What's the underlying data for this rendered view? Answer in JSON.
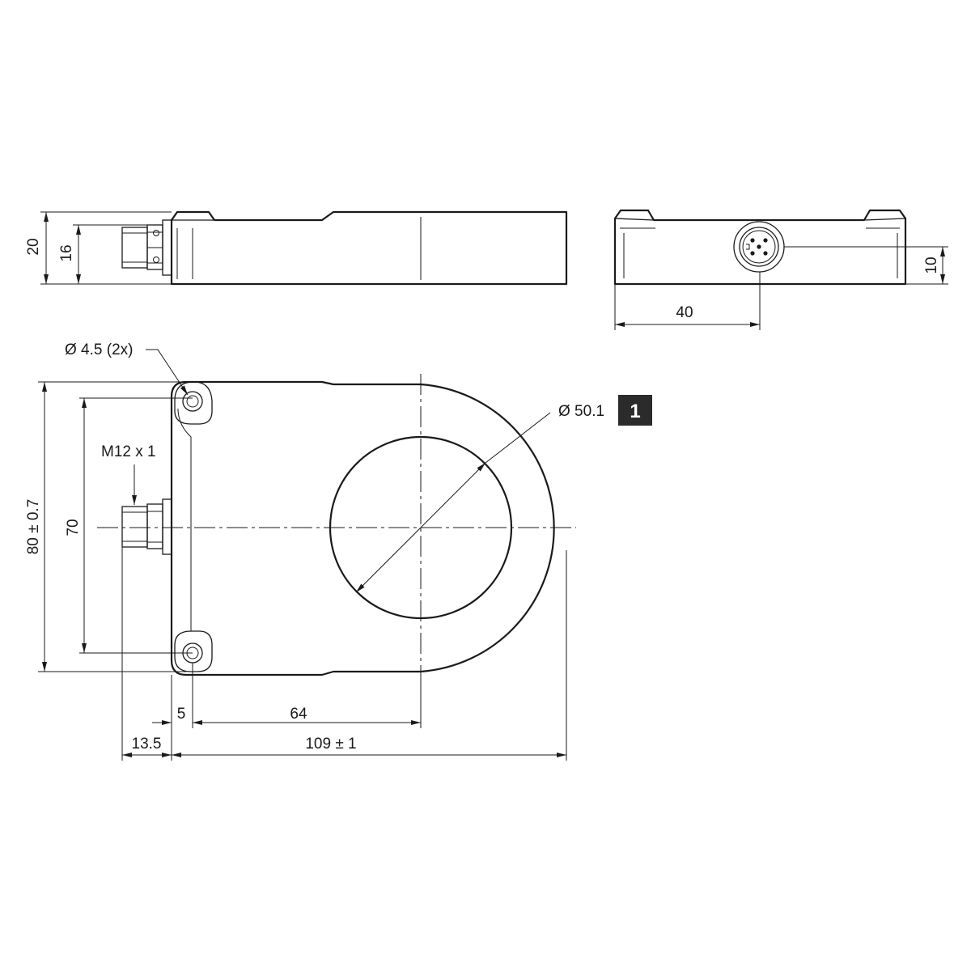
{
  "dimensions": {
    "height_total": "20",
    "height_connector": "16",
    "connector_axis_height": "10",
    "width_end": "40",
    "hole_dia": "Ø 4.5 (2x)",
    "thread": "M12 x 1",
    "bore_dia": "Ø 50.1",
    "height_body": "80 ± 0.7",
    "hole_spacing": "70",
    "hole_offset": "5",
    "hole_to_center": "64",
    "connector_length": "13.5",
    "length_total": "109 ± 1"
  },
  "badge": "1"
}
